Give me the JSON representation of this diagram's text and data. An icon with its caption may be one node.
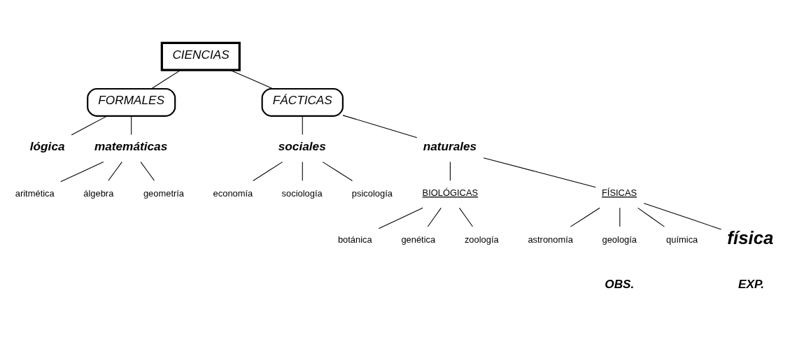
{
  "diagram": {
    "nodes": [
      {
        "text": [
          "CIENCIAS"
        ]
      },
      {
        "text": [
          "FORMALES"
        ]
      },
      {
        "text": [
          "FÁCTICAS"
        ]
      },
      {
        "text": [
          "lógica"
        ]
      },
      {
        "text": [
          "matemáticas"
        ]
      },
      {
        "text": [
          "aritmética"
        ]
      },
      {
        "text": [
          "álgebra"
        ]
      },
      {
        "text": [
          "geometría"
        ]
      },
      {
        "text": [
          "sociales"
        ]
      },
      {
        "text": [
          "economía"
        ]
      },
      {
        "text": [
          "sociología"
        ]
      },
      {
        "text": [
          "psicología"
        ]
      },
      {
        "text": [
          "naturales"
        ]
      },
      {
        "text": [
          "BIOLÓGICAS"
        ]
      },
      {
        "text": [
          "botánica"
        ]
      },
      {
        "text": [
          "genética"
        ]
      },
      {
        "text": [
          "zoología"
        ]
      },
      {
        "text": [
          "FÍSICAS"
        ]
      },
      {
        "text": [
          "astronomía"
        ]
      },
      {
        "text": [
          "geología"
        ]
      },
      {
        "text": [
          "química"
        ]
      },
      {
        "text": [
          "física"
        ]
      }
    ],
    "edges": [
      {
        "from": 0,
        "to": 1,
        "arrow": "none"
      },
      {
        "from": 0,
        "to": 2,
        "arrow": "none"
      },
      {
        "from": 1,
        "to": 3,
        "arrow": "none"
      },
      {
        "from": 1,
        "to": 4,
        "arrow": "none"
      },
      {
        "from": 4,
        "to": 5,
        "arrow": "none"
      },
      {
        "from": 4,
        "to": 6,
        "arrow": "none"
      },
      {
        "from": 4,
        "to": 7,
        "arrow": "none"
      },
      {
        "from": 2,
        "to": 8,
        "arrow": "none"
      },
      {
        "from": 2,
        "to": 12,
        "arrow": "none"
      },
      {
        "from": 8,
        "to": 9,
        "arrow": "none"
      },
      {
        "from": 8,
        "to": 10,
        "arrow": "none"
      },
      {
        "from": 8,
        "to": 11,
        "arrow": "none"
      },
      {
        "from": 12,
        "to": 13,
        "arrow": "none"
      },
      {
        "from": 12,
        "to": 17,
        "arrow": "none"
      },
      {
        "from": 13,
        "to": 14,
        "arrow": "none"
      },
      {
        "from": 13,
        "to": 15,
        "arrow": "none"
      },
      {
        "from": 13,
        "to": 16,
        "arrow": "none"
      },
      {
        "from": 17,
        "to": 18,
        "arrow": "none"
      },
      {
        "from": 17,
        "to": 19,
        "arrow": "none"
      },
      {
        "from": 17,
        "to": 20,
        "arrow": "none"
      },
      {
        "from": 17,
        "to": 21,
        "arrow": "none"
      }
    ],
    "labels": [
      "OBS.",
      "EXP."
    ]
  }
}
